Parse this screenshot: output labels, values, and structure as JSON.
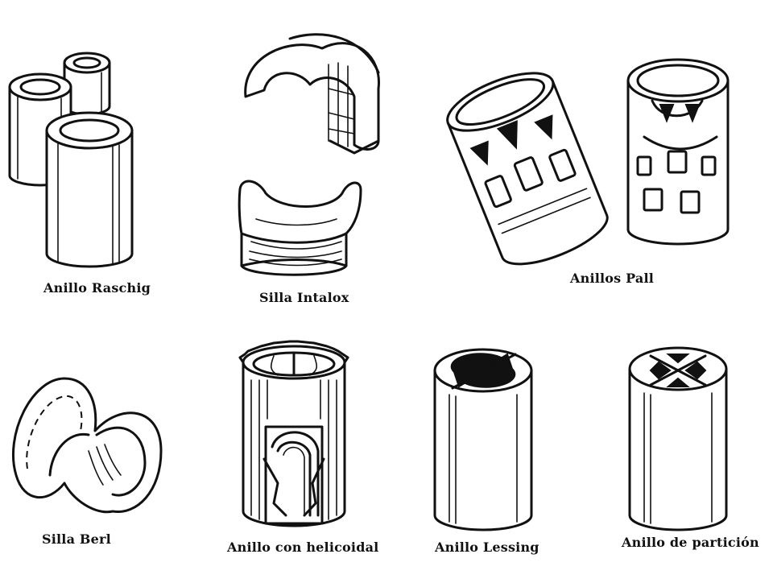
{
  "captions": {
    "raschig": "Anillo Raschig",
    "intalox": "Silla Intalox",
    "pall": "Anillos Pall",
    "berl": "Silla Berl",
    "helicoidal": "Anillo con helicoidal",
    "lessing": "Anillo Lessing",
    "particion": "Anillo de partición"
  },
  "colors": {
    "ink": "#111111",
    "paper": "#ffffff"
  }
}
